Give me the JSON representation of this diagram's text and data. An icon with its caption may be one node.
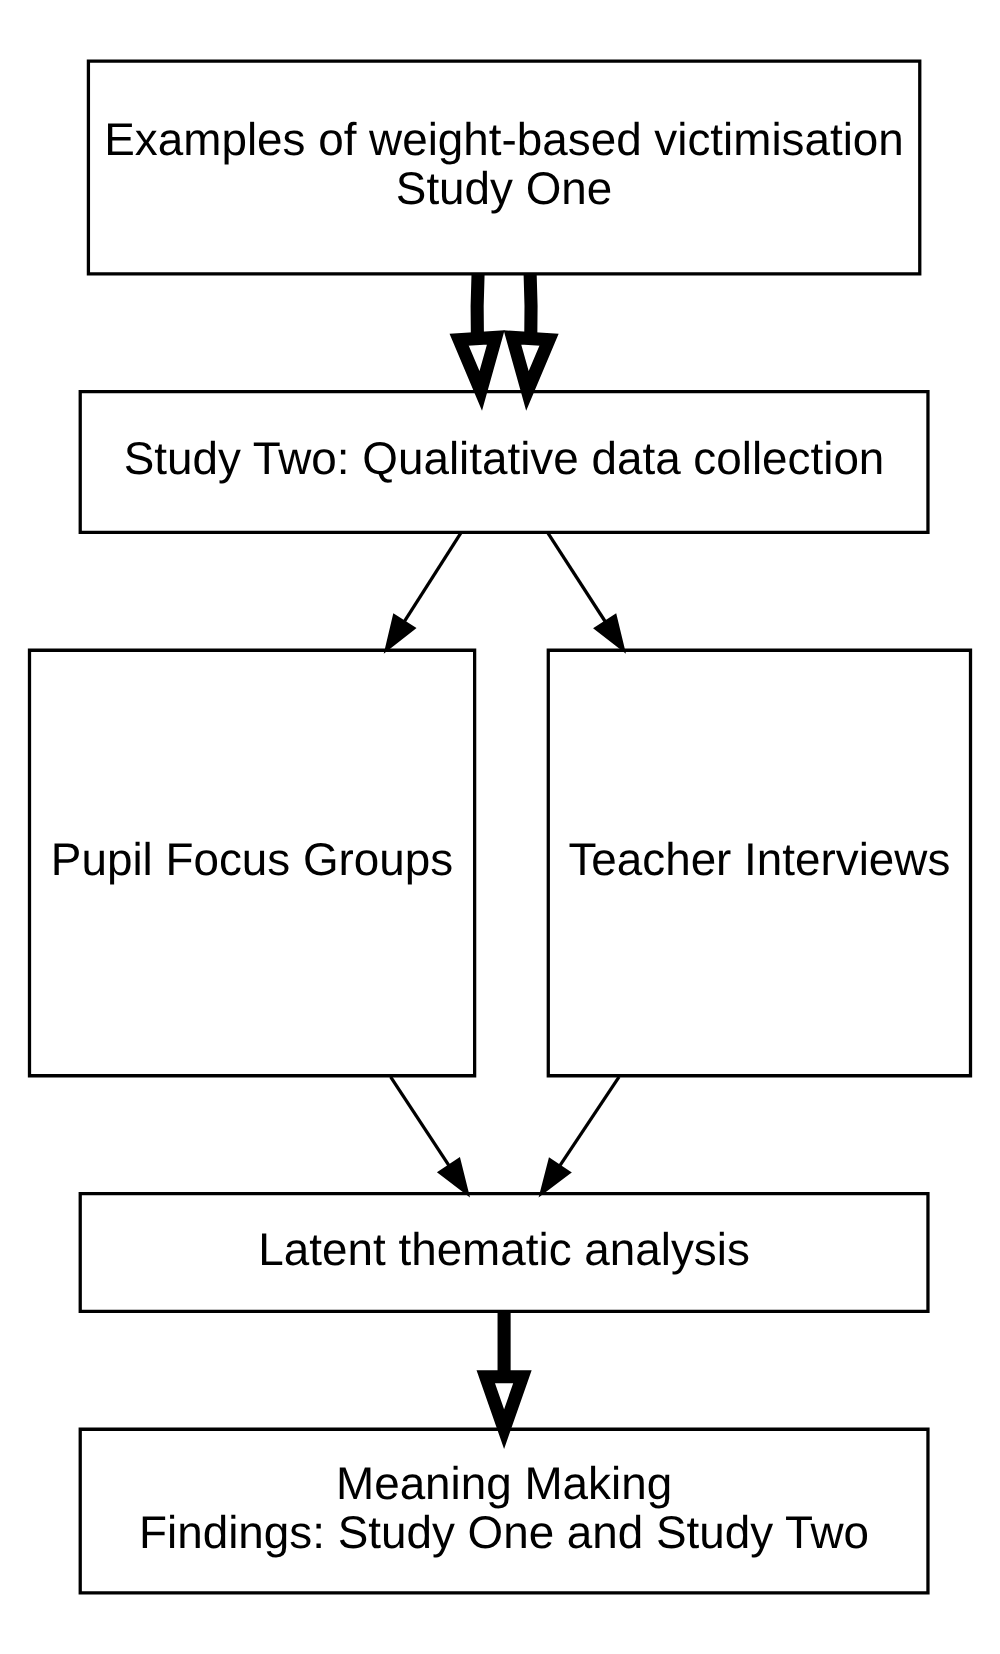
{
  "diagram": {
    "nodes": [
      {
        "text": [
          "Examples of weight-based victimisation",
          "Study One"
        ]
      },
      {
        "text": [
          "Study Two: Qualitative data collection"
        ]
      },
      {
        "text": [
          "Pupil Focus Groups"
        ]
      },
      {
        "text": [
          "Teacher Interviews"
        ]
      },
      {
        "text": [
          "Latent thematic analysis"
        ]
      },
      {
        "text": [
          "Meaning Making",
          "Findings: Study One and Study Two"
        ]
      }
    ],
    "edges": [
      {
        "from": 0,
        "to": 1,
        "arrow": "to",
        "style": "thick"
      },
      {
        "from": 0,
        "to": 1,
        "arrow": "to",
        "style": "thick"
      },
      {
        "from": 1,
        "to": 2,
        "arrow": "to"
      },
      {
        "from": 1,
        "to": 3,
        "arrow": "to"
      },
      {
        "from": 2,
        "to": 4,
        "arrow": "to"
      },
      {
        "from": 3,
        "to": 4,
        "arrow": "to"
      },
      {
        "from": 4,
        "to": 5,
        "arrow": "to",
        "style": "thick"
      }
    ]
  }
}
